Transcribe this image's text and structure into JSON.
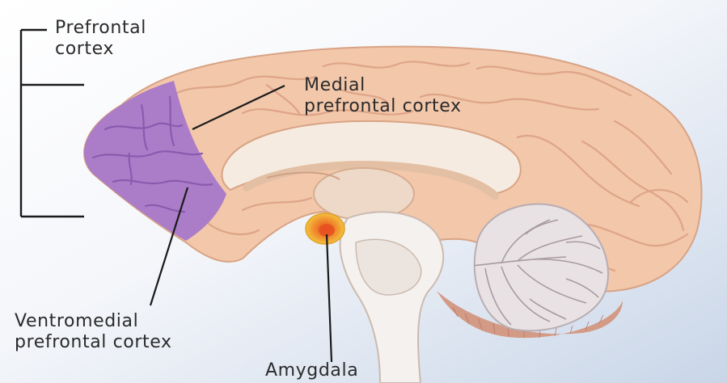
{
  "labels": {
    "prefrontal_cortex": [
      "Prefrontal",
      "cortex"
    ],
    "medial_prefrontal_cortex": [
      "Medial",
      "prefrontal cortex"
    ],
    "ventromedial_prefrontal_cortex": [
      "Ventromedial",
      "prefrontal cortex"
    ],
    "amygdala": [
      "Amygdala"
    ]
  },
  "colors": {
    "background_gradient": [
      "#ffffff",
      "#c9d6e8"
    ],
    "cortex": "#f2c7aa",
    "cortex_fold": "#dfa488",
    "prefrontal_region": "#a779c9",
    "prefrontal_fold": "#8a5aae",
    "brainstem": "#f5f1ee",
    "cerebellum": "#e8e2e4",
    "cerebellum_under": "#d39a86",
    "amygdala_outer": "#f3c23c",
    "amygdala_inner": "#e8501f",
    "leader_line": "#1a1a1a"
  },
  "icons": [
    "brain-sagittal-illustration"
  ]
}
